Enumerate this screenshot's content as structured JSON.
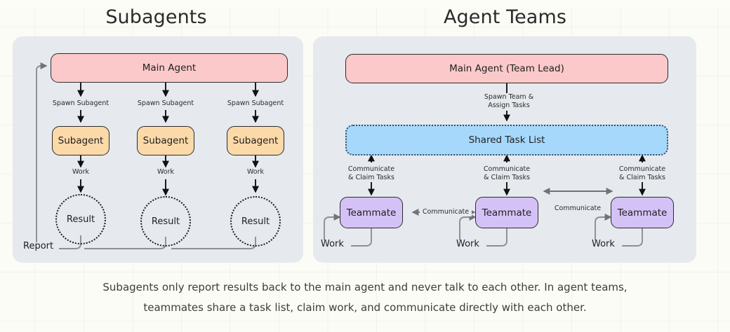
{
  "page": {
    "caption_line1": "Subagents only report results back to the main agent and never talk to each other. In agent teams,",
    "caption_line2": "teammates share a task list, claim work, and communicate directly with each other.",
    "background_color": "#fbfcf5"
  },
  "panels": {
    "left": {
      "title": "Subagents",
      "background_color": "#e6e9ee",
      "main_agent": {
        "label": "Main Agent",
        "color": "#fbc9c9"
      },
      "spawn_labels": [
        "Spawn Subagent",
        "Spawn Subagent",
        "Spawn Subagent"
      ],
      "subagents": [
        {
          "label": "Subagent",
          "color": "#fbd9a8"
        },
        {
          "label": "Subagent",
          "color": "#fbd9a8"
        },
        {
          "label": "Subagent",
          "color": "#fbd9a8"
        }
      ],
      "work_labels": [
        "Work",
        "Work",
        "Work"
      ],
      "results": [
        {
          "label": "Result"
        },
        {
          "label": "Result"
        },
        {
          "label": "Result"
        }
      ],
      "report_label": "Report"
    },
    "right": {
      "title": "Agent Teams",
      "background_color": "#e6e9ee",
      "main_agent": {
        "label": "Main Agent (Team Lead)",
        "color": "#fbc9c9"
      },
      "spawn_label_line1": "Spawn Team &",
      "spawn_label_line2": "Assign Tasks",
      "task_list": {
        "label": "Shared Task List",
        "color": "#a6d8fb"
      },
      "claim_labels": [
        {
          "line1": "Communicate",
          "line2": "& Claim Tasks"
        },
        {
          "line1": "Communicate",
          "line2": "& Claim Tasks"
        },
        {
          "line1": "Communicate",
          "line2": "& Claim Tasks"
        }
      ],
      "teammates": [
        {
          "label": "Teammate",
          "color": "#d4c2f7"
        },
        {
          "label": "Teammate",
          "color": "#d4c2f7"
        },
        {
          "label": "Teammate",
          "color": "#d4c2f7"
        }
      ],
      "communicate_labels": [
        "Communicate",
        "Communicate"
      ],
      "work_labels": [
        "Work",
        "Work",
        "Work"
      ]
    }
  }
}
